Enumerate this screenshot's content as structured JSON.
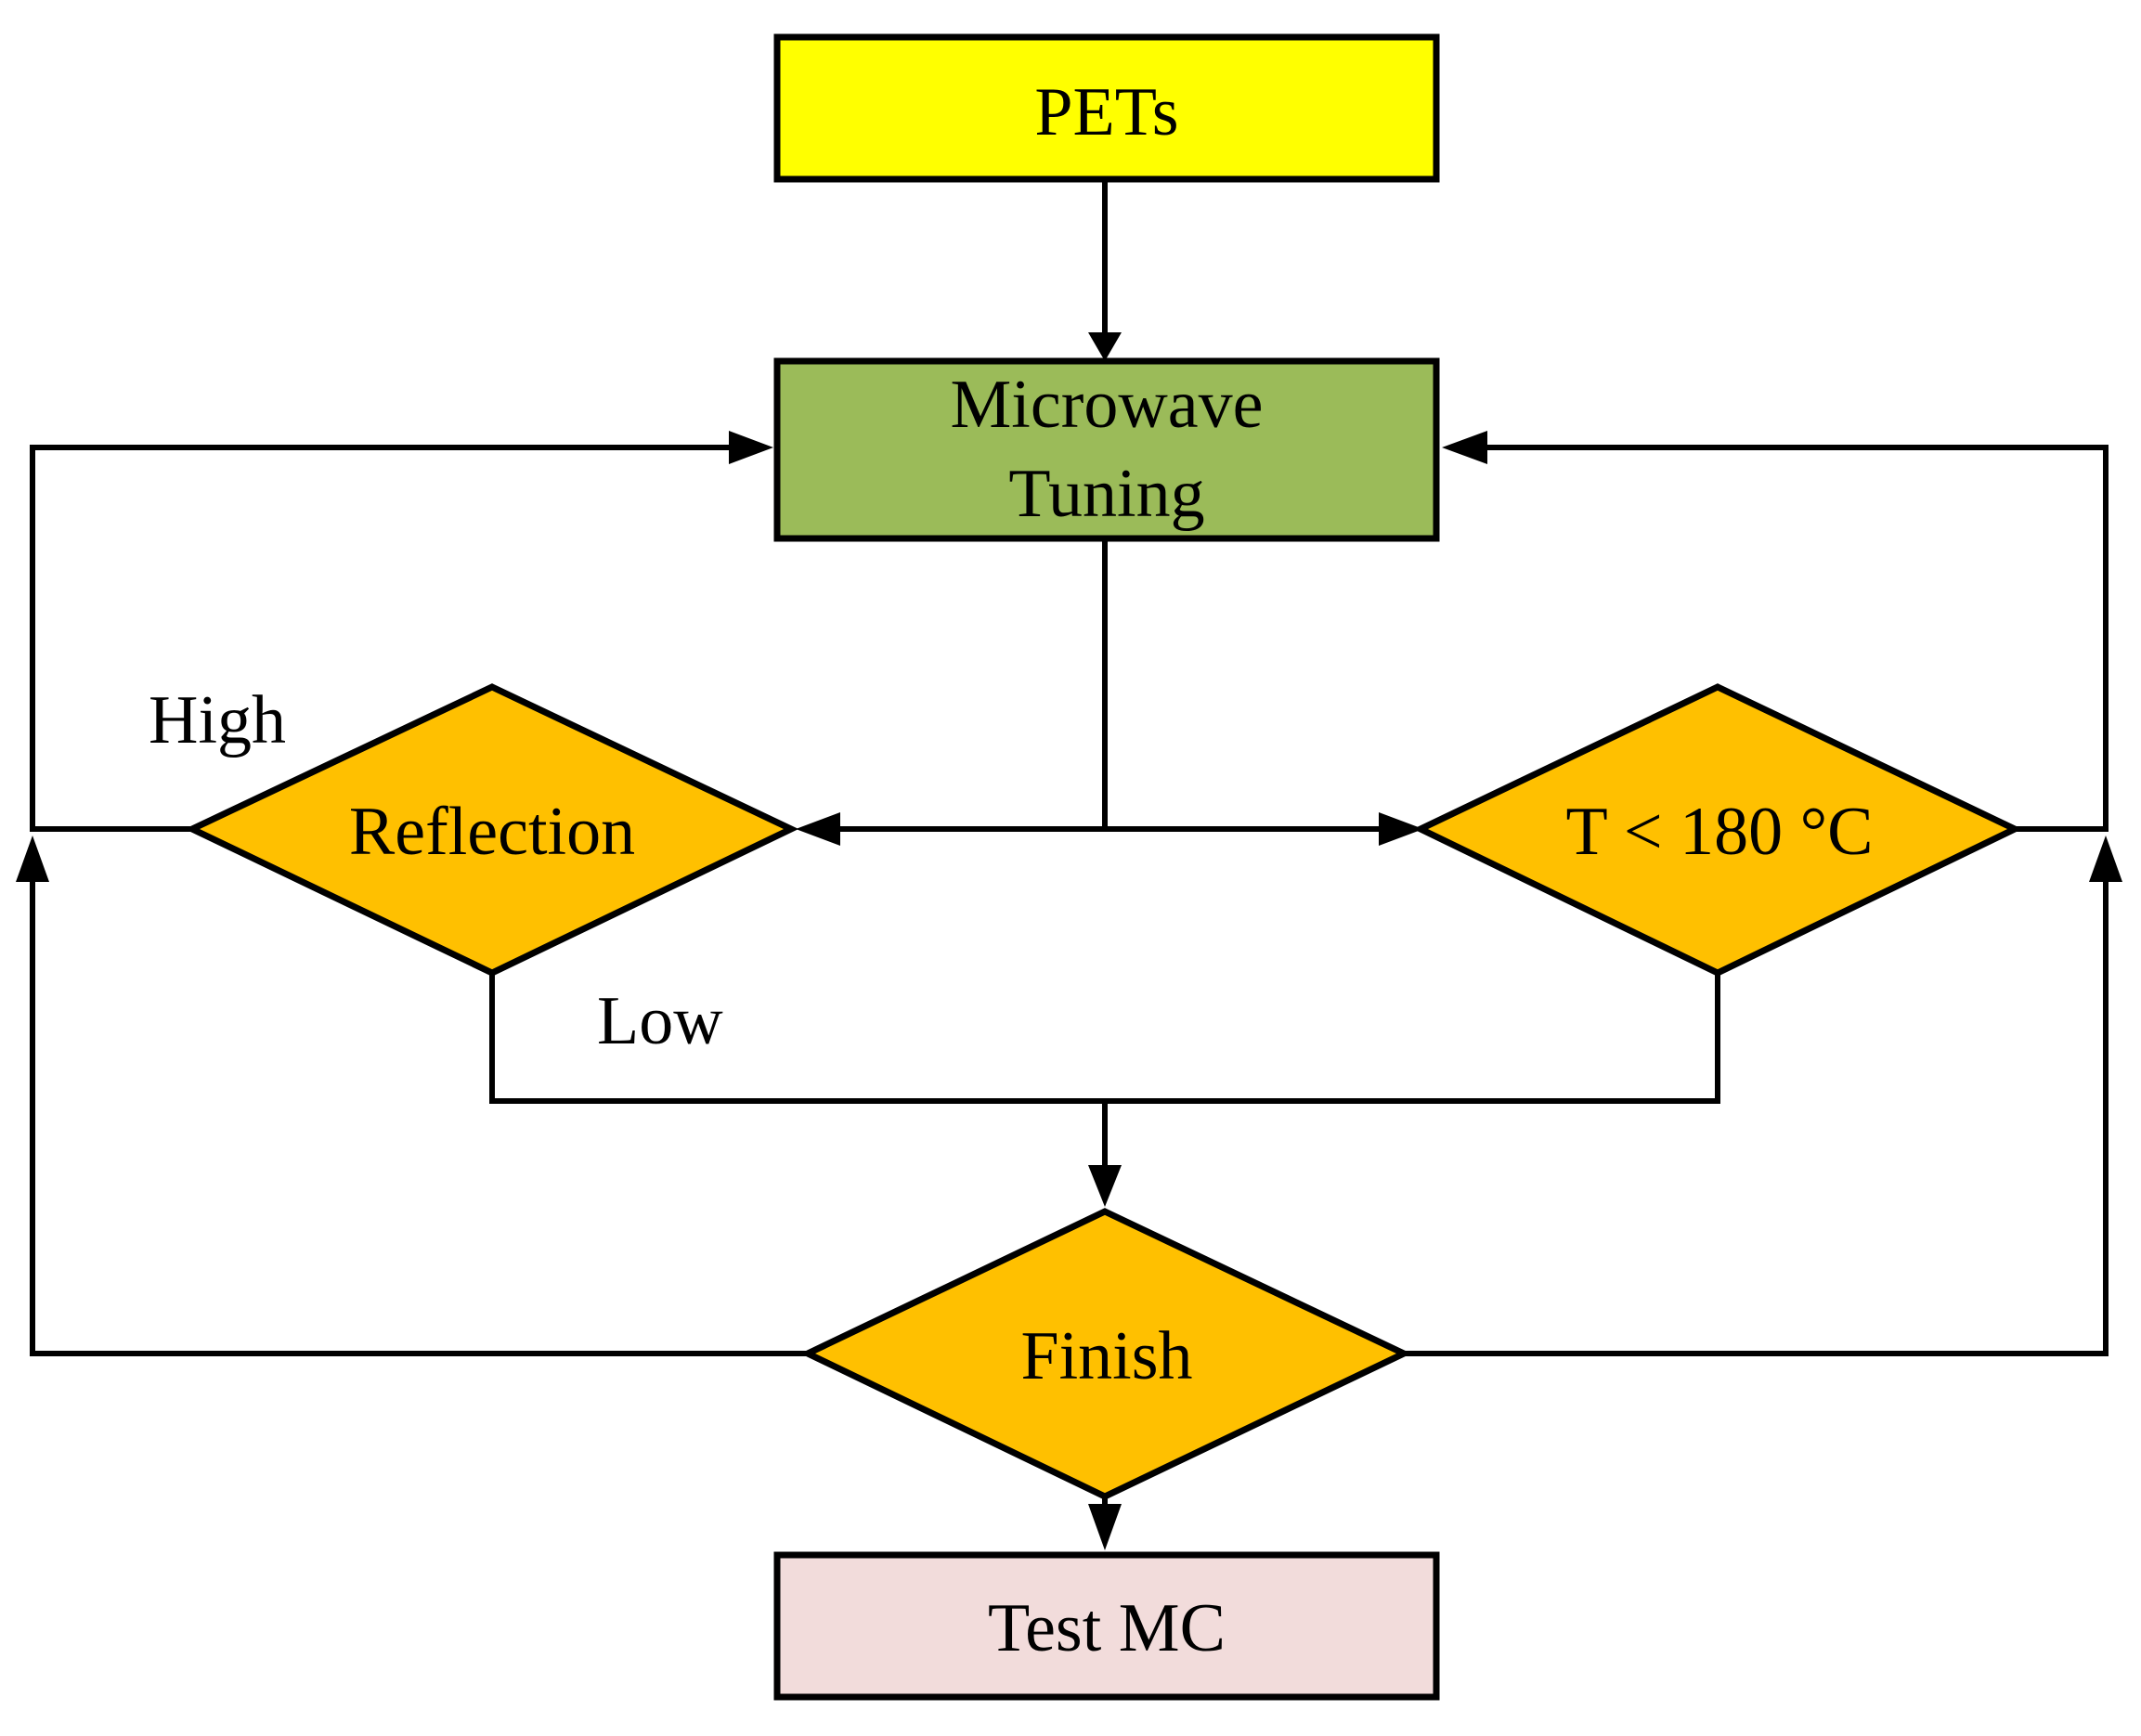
{
  "nodes": {
    "pets": {
      "label": "PETs",
      "color": "#FFFF00"
    },
    "microwave_tuning": {
      "line1": "Microwave",
      "line2": "Tuning",
      "color": "#9BBB59"
    },
    "reflection": {
      "label": "Reflection",
      "color": "#FFC000"
    },
    "temperature": {
      "label": "T < 180 °C",
      "color": "#FFC000"
    },
    "finish": {
      "label": "Finish",
      "color": "#FFC000"
    },
    "test_mc": {
      "label": "Test MC",
      "color": "#F2DCDB"
    }
  },
  "edge_labels": {
    "high": "High",
    "low": "Low"
  }
}
